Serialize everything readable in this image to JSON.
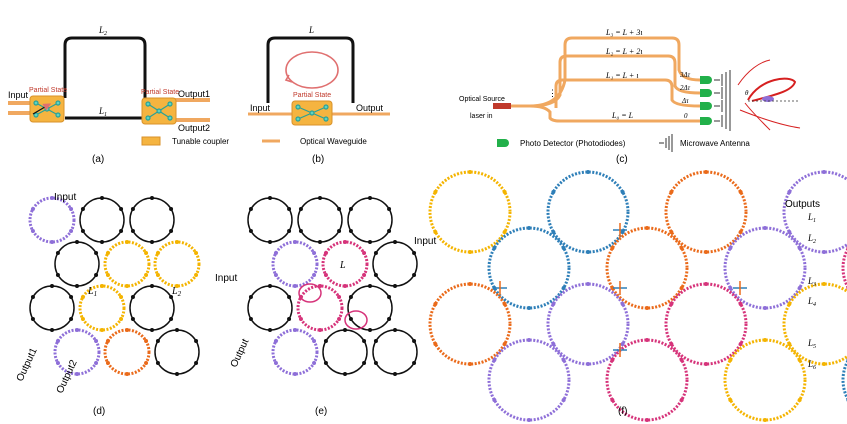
{
  "panel_a": {
    "caption": "(a)",
    "input": "Input",
    "output1": "Output1",
    "output2": "Output2",
    "partial_state_left": "Partial State",
    "partial_state_right": "Partial State",
    "l2": "L",
    "l2_sub": "2",
    "l1": "L",
    "l1_sub": "1",
    "legend_coupler": "Tunable coupler"
  },
  "panel_b": {
    "caption": "(b)",
    "input": "Input",
    "output": "Output",
    "partial_state": "Partial State",
    "loop_label": "L",
    "legend_waveguide": "Optical Waveguide"
  },
  "panel_c": {
    "caption": "(c)",
    "optical_source": "Optical Source",
    "laser_in": "laser in",
    "eq3": "L₃ = L + 3ι",
    "eq2": "L₂ = L + 2ι",
    "eq1": "L₁ = L + ι",
    "eq0": "L₀ = L",
    "delay3": "3Δτ",
    "delay2": "2Δτ",
    "delay1": "Δτ",
    "delay0": "0",
    "dots": "⋮",
    "theta": "θ",
    "legend_pd": "Photo Detector (Photodiodes)",
    "legend_antenna": "Microwave Antenna"
  },
  "panel_d": {
    "caption": "(d)",
    "input": "Input",
    "output1": "Output1",
    "output2": "Output2",
    "l1": "L",
    "l1_sub": "1",
    "l2": "L",
    "l2_sub": "2"
  },
  "panel_e": {
    "caption": "(e)",
    "input": "Input",
    "output": "Output",
    "l": "L"
  },
  "panel_f": {
    "caption": "(f)",
    "input": "Input",
    "outputs": "Outputs",
    "l1": "L",
    "l1_sub": "1",
    "l2": "L",
    "l2_sub": "2",
    "l3": "L",
    "l3_sub": "3",
    "l4": "L",
    "l4_sub": "4",
    "l5": "L",
    "l5_sub": "5",
    "l6": "L",
    "l6_sub": "6"
  },
  "colors": {
    "orange": "#f0a860",
    "black": "#111111",
    "gold": "#f4b400",
    "blue": "#2e7fb8",
    "purple": "#8e6fd8",
    "magenta": "#d6337a",
    "dark_orange": "#ea6a1a",
    "green": "#22b04a",
    "red": "#d62020",
    "coupler_fill": "#f5b440",
    "teal": "#2aa198"
  }
}
